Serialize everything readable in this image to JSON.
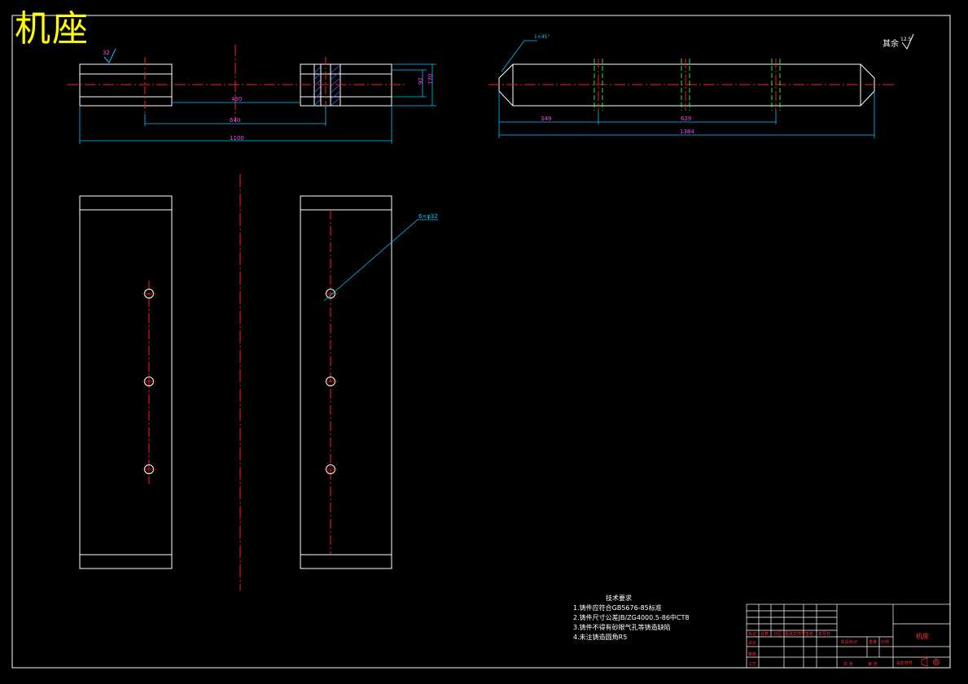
{
  "title": "机座",
  "dimensions": {
    "d450": "450",
    "d640": "640",
    "d1100": "1100",
    "d92": "92",
    "d170": "170",
    "d349": "349",
    "d629": "629",
    "d1384": "1384",
    "hole_callout": "6×φ32",
    "chamfer": "1×45°"
  },
  "roughness": {
    "main": "32",
    "other_label": "其余",
    "other_value": "12.5"
  },
  "notes": {
    "heading": "技术要求",
    "items": [
      "1.铸件应符合GB5676-85标准",
      "2.铸件尺寸公差JB/ZG4000.5-86中CT8",
      "3.铸件不得有砂眼气孔等铸造缺陷",
      "4.未注铸造圆角R5"
    ]
  },
  "title_block": {
    "part_name": "机座",
    "left_cells": [
      "标记",
      "处数",
      "分区",
      "更改文件号",
      "签名",
      "年月日"
    ],
    "row_labels": [
      "设计",
      "审核",
      "工艺"
    ],
    "mid_labels": [
      "阶段标记",
      "重量",
      "比例"
    ],
    "bottom_labels": [
      "共  张",
      "第  张"
    ],
    "projection": "投影符号"
  },
  "colors": {
    "background": "#000000",
    "outline": "#ffffff",
    "centerline": "#ff2020",
    "dimension": "#00c8ff",
    "dim_text": "#ff40ff",
    "title": "#ffff00",
    "hatch": "#4060ff"
  }
}
